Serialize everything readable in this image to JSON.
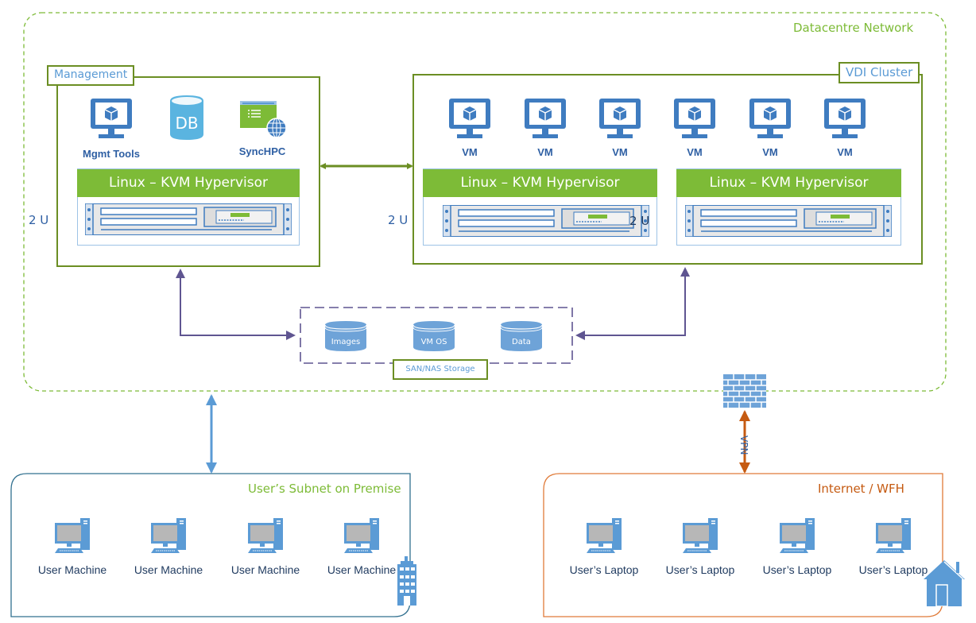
{
  "title": "Datacentre Network",
  "datacentre": {
    "label": "Datacentre Network",
    "border_color": "#7dbb37"
  },
  "management": {
    "label": "Management",
    "rack_units": "2 U",
    "tools": [
      {
        "icon": "monitor-cube-icon",
        "label": "Mgmt Tools"
      },
      {
        "icon": "database-icon",
        "label": "",
        "glyph": "DB"
      },
      {
        "icon": "web-app-globe-icon",
        "label": "SyncHPC"
      }
    ],
    "hypervisor": "Linux – KVM Hypervisor"
  },
  "vdi_cluster": {
    "label": "VDI Cluster",
    "rack_units": "2 U",
    "rack_units_overlay": "2 U",
    "vms": [
      "VM",
      "VM",
      "VM",
      "VM",
      "VM",
      "VM"
    ],
    "hypervisors": [
      "Linux – KVM Hypervisor",
      "Linux – KVM Hypervisor"
    ]
  },
  "storage": {
    "label": "SAN/NAS Storage",
    "volumes": [
      "Images",
      "VM OS",
      "Data"
    ]
  },
  "vpn": {
    "label": "VPN",
    "icon": "firewall-icon",
    "color": "#c55a11"
  },
  "on_premise": {
    "label": "User’s Subnet on Premise",
    "icon": "office-building-icon",
    "machines": [
      "User Machine",
      "User Machine",
      "User Machine",
      "User Machine"
    ],
    "border_color": "#31708f"
  },
  "internet": {
    "label": "Internet / WFH",
    "icon": "house-icon",
    "machines": [
      "User’s Laptop",
      "User’s Laptop",
      "User’s Laptop",
      "User’s Laptop"
    ],
    "border_color": "#e07b39"
  },
  "colors": {
    "green": "#7dbb37",
    "olive": "#6b8e23",
    "blue": "#3f7cc0",
    "light_blue": "#5b9bd5",
    "purple": "#5f5591",
    "orange": "#c55a11"
  }
}
